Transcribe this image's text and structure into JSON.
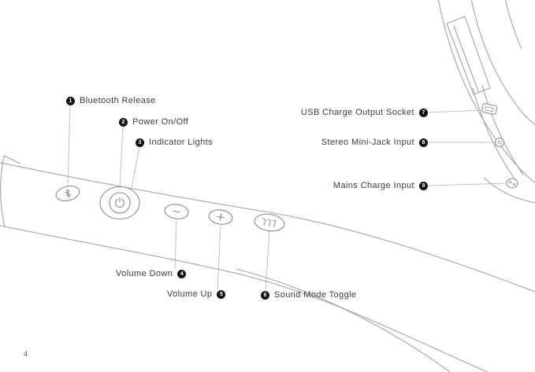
{
  "page_number": "4",
  "diagram_type": "speaker-controls-and-ports-manual-diagram",
  "colors": {
    "line_art": "#a3a3a3",
    "button_stroke": "#8d8d8d",
    "leader_line": "#b3b3b3",
    "label_text": "#3c3c3c",
    "badge_fill": "#121212",
    "badge_text": "#ffffff",
    "background": "#ffffff"
  },
  "icons": {
    "bluetooth": "bluetooth-rune",
    "power": "power-symbol",
    "volume_down": "minus",
    "volume_up": "plus",
    "sound_mode": "triple-wave"
  },
  "callouts": [
    {
      "num": "1",
      "label": "Bluetooth Release"
    },
    {
      "num": "2",
      "label": "Power On/Off"
    },
    {
      "num": "3",
      "label": "Indicator Lights"
    },
    {
      "num": "4",
      "label": "Volume Down"
    },
    {
      "num": "5",
      "label": "Volume Up"
    },
    {
      "num": "6",
      "label": "Sound Mode Toggle"
    },
    {
      "num": "7",
      "label": "USB Charge Output Socket"
    },
    {
      "num": "8",
      "label": "Stereo Mini-Jack Input"
    },
    {
      "num": "9",
      "label": "Mains Charge Input"
    }
  ]
}
